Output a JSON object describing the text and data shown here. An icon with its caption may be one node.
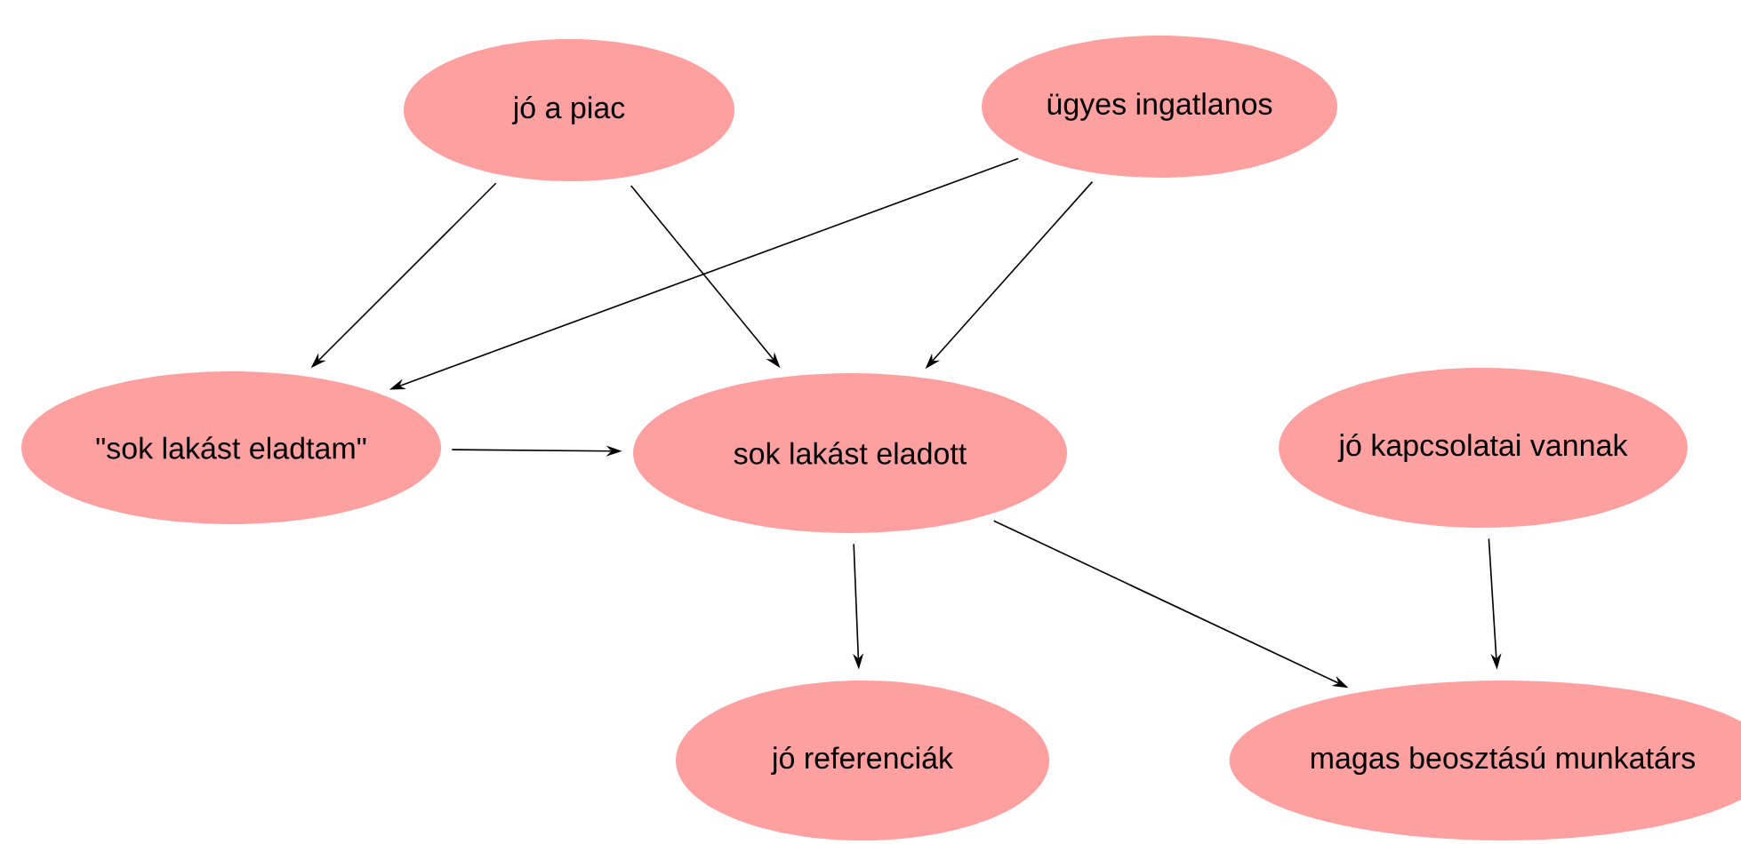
{
  "diagram": {
    "nodes": [
      {
        "text": [
          "jó a piac"
        ]
      },
      {
        "text": [
          "ügyes ingatlanos"
        ]
      },
      {
        "text": [
          "\"sok lakást eladtam\""
        ]
      },
      {
        "text": [
          "sok lakást eladott"
        ]
      },
      {
        "text": [
          "jó kapcsolatai vannak"
        ]
      },
      {
        "text": [
          "jó referenciák"
        ]
      },
      {
        "text": [
          "magas beosztású munkatárs"
        ]
      }
    ],
    "edges": [
      {
        "from": 0,
        "to": 2,
        "arrow": "to"
      },
      {
        "from": 0,
        "to": 3,
        "arrow": "to"
      },
      {
        "from": 1,
        "to": 2,
        "arrow": "to"
      },
      {
        "from": 1,
        "to": 3,
        "arrow": "to"
      },
      {
        "from": 2,
        "to": 3,
        "arrow": "to"
      },
      {
        "from": 3,
        "to": 5,
        "arrow": "to"
      },
      {
        "from": 3,
        "to": 6,
        "arrow": "to"
      },
      {
        "from": 4,
        "to": 6,
        "arrow": "to"
      }
    ]
  }
}
